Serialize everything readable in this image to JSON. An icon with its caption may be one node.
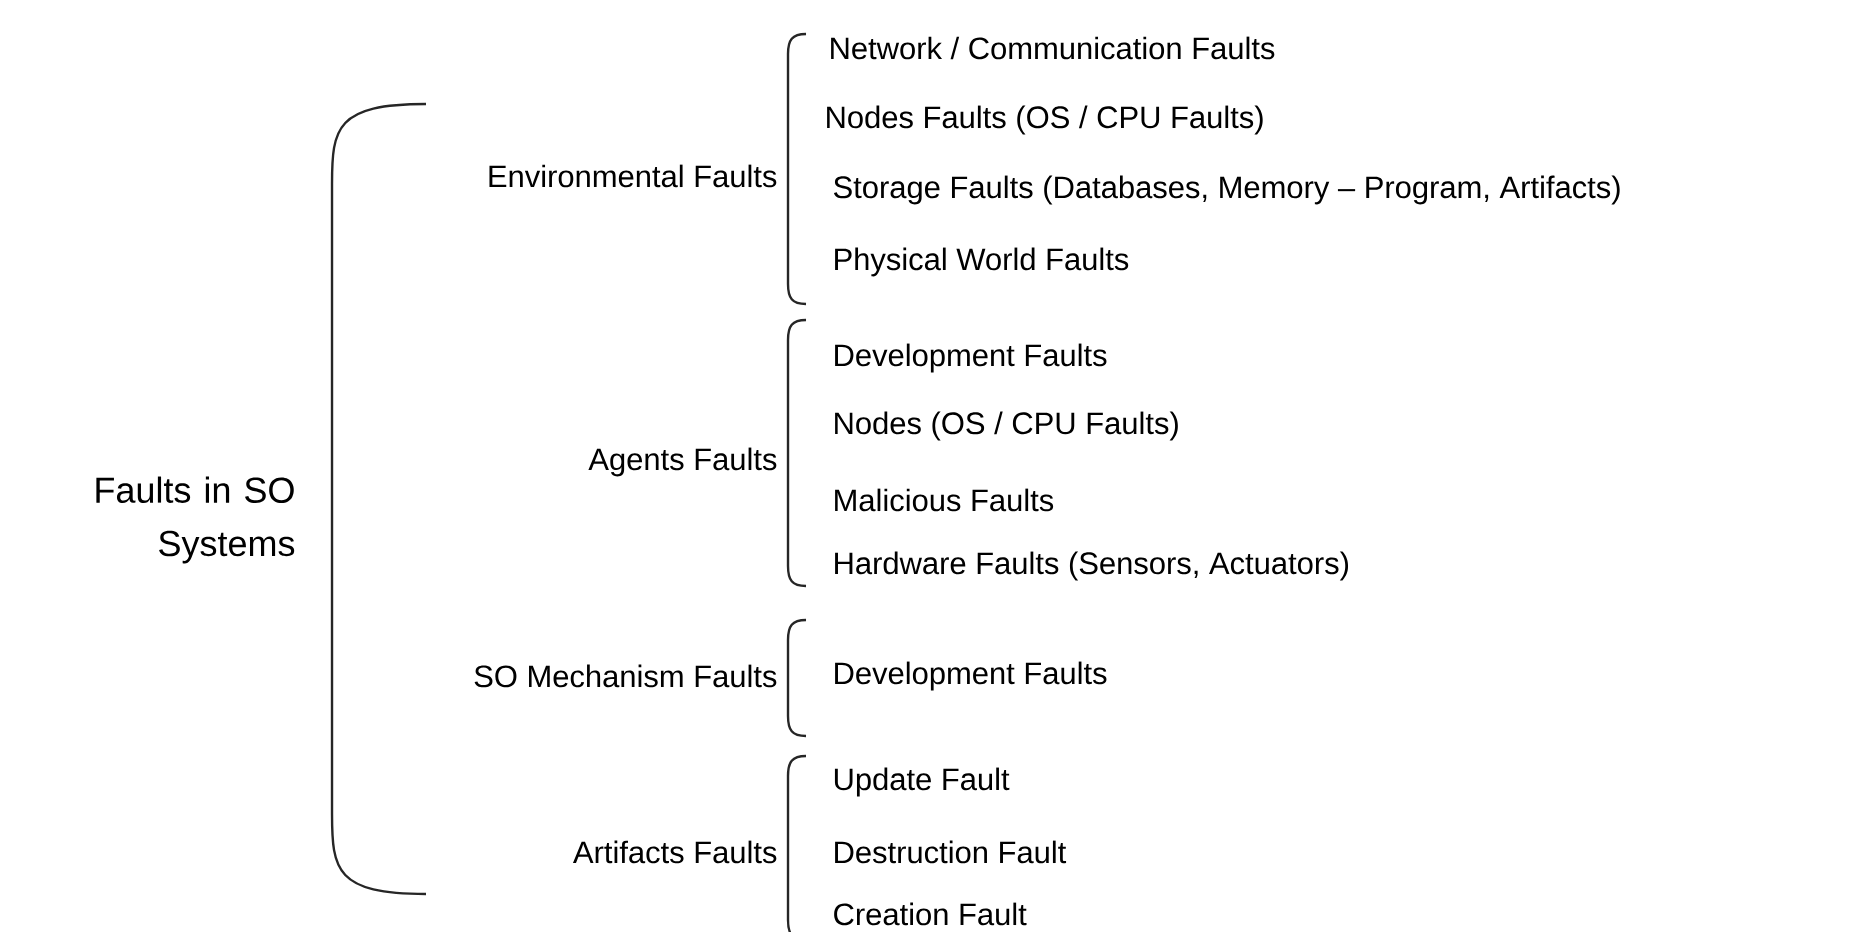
{
  "diagram": {
    "labels": [
      "Faults in SO Systems",
      "Environmental Faults",
      "Network / Communication Faults",
      "Nodes Faults (OS / CPU Faults)",
      "Storage Faults (Databases, Memory – Program, Artifacts)",
      "Physical World Faults",
      "Agents Faults",
      "Development Faults",
      "Nodes (OS / CPU Faults)",
      "Malicious Faults",
      "Hardware Faults (Sensors, Actuators)",
      "SO Mechanism Faults",
      "Development Faults",
      "Artifacts Faults",
      "Update Fault",
      "Destruction Fault",
      "Creation Fault"
    ]
  }
}
